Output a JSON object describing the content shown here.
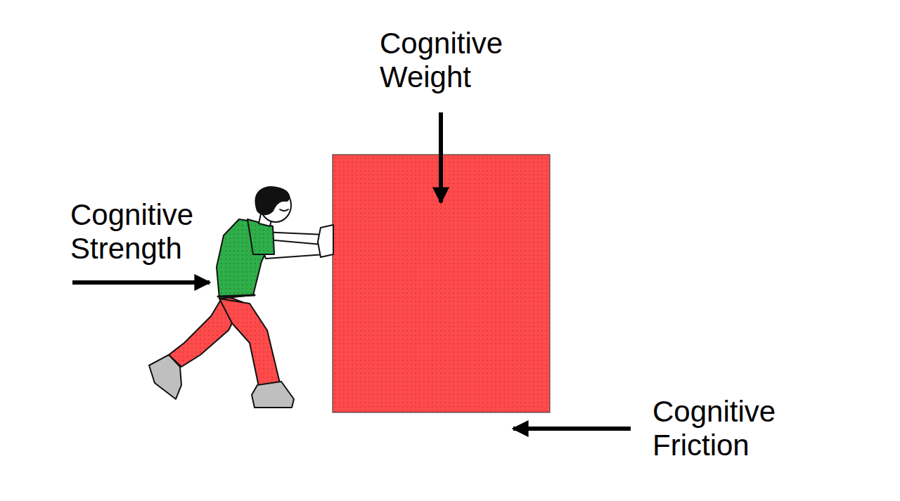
{
  "diagram": {
    "labels": [
      "Cognitive Weight",
      "Cognitive Strength",
      "Cognitive Friction"
    ]
  }
}
